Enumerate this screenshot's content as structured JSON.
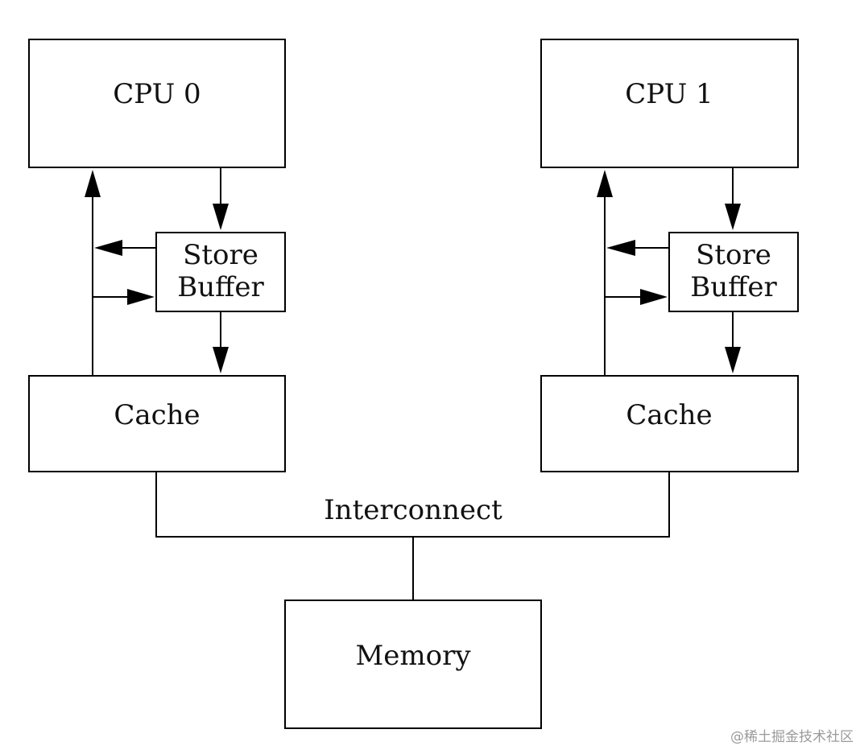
{
  "cpu0": {
    "cpu_label": "CPU 0",
    "store_buffer_line1": "Store",
    "store_buffer_line2": "Buffer",
    "cache_label": "Cache"
  },
  "cpu1": {
    "cpu_label": "CPU 1",
    "store_buffer_line1": "Store",
    "store_buffer_line2": "Buffer",
    "cache_label": "Cache"
  },
  "interconnect_label": "Interconnect",
  "memory_label": "Memory",
  "watermark": "@稀土掘金技术社区"
}
